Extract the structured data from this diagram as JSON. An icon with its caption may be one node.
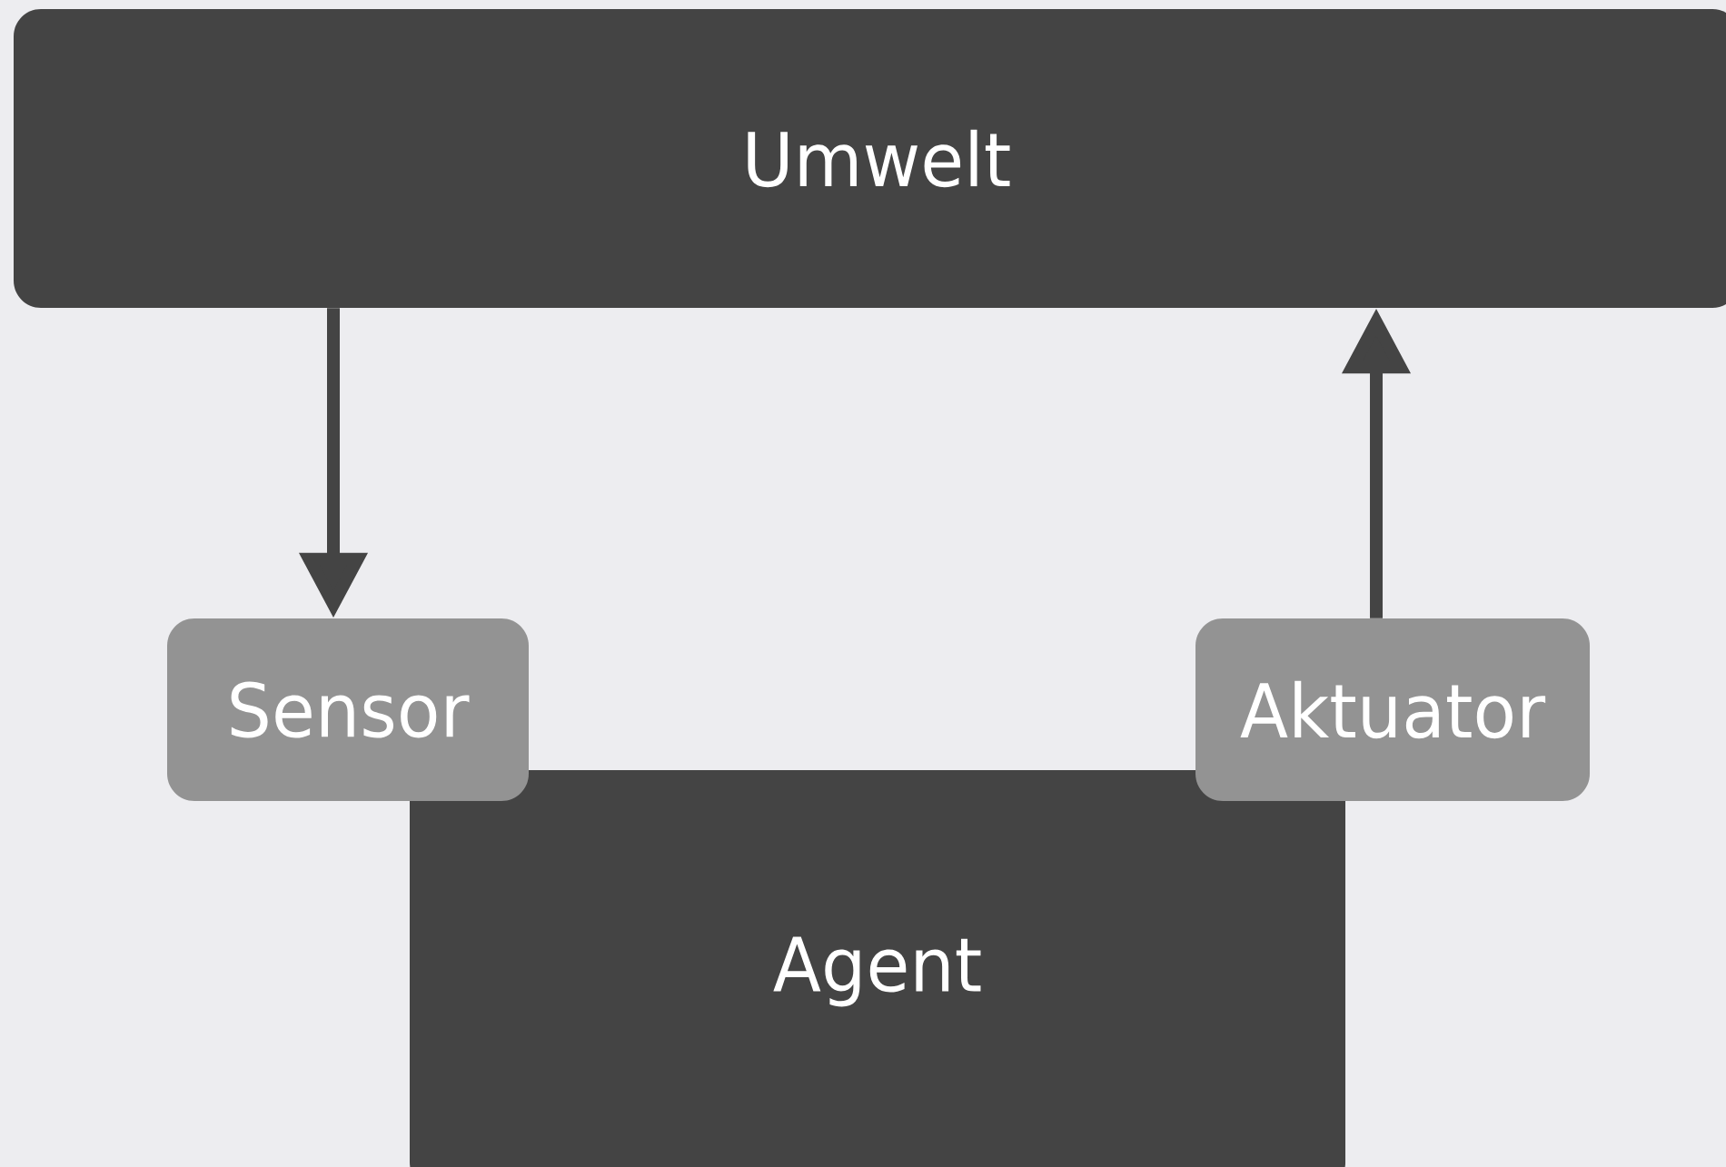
{
  "diagram": {
    "nodes": [
      {
        "text": [
          "Umwelt"
        ]
      },
      {
        "text": [
          "Sensor"
        ]
      },
      {
        "text": [
          "Aktuator"
        ]
      },
      {
        "text": [
          "Agent"
        ]
      }
    ],
    "edges": [
      {
        "from": 0,
        "to": 1,
        "arrow": "to"
      },
      {
        "from": 2,
        "to": 0,
        "arrow": "to"
      }
    ]
  }
}
